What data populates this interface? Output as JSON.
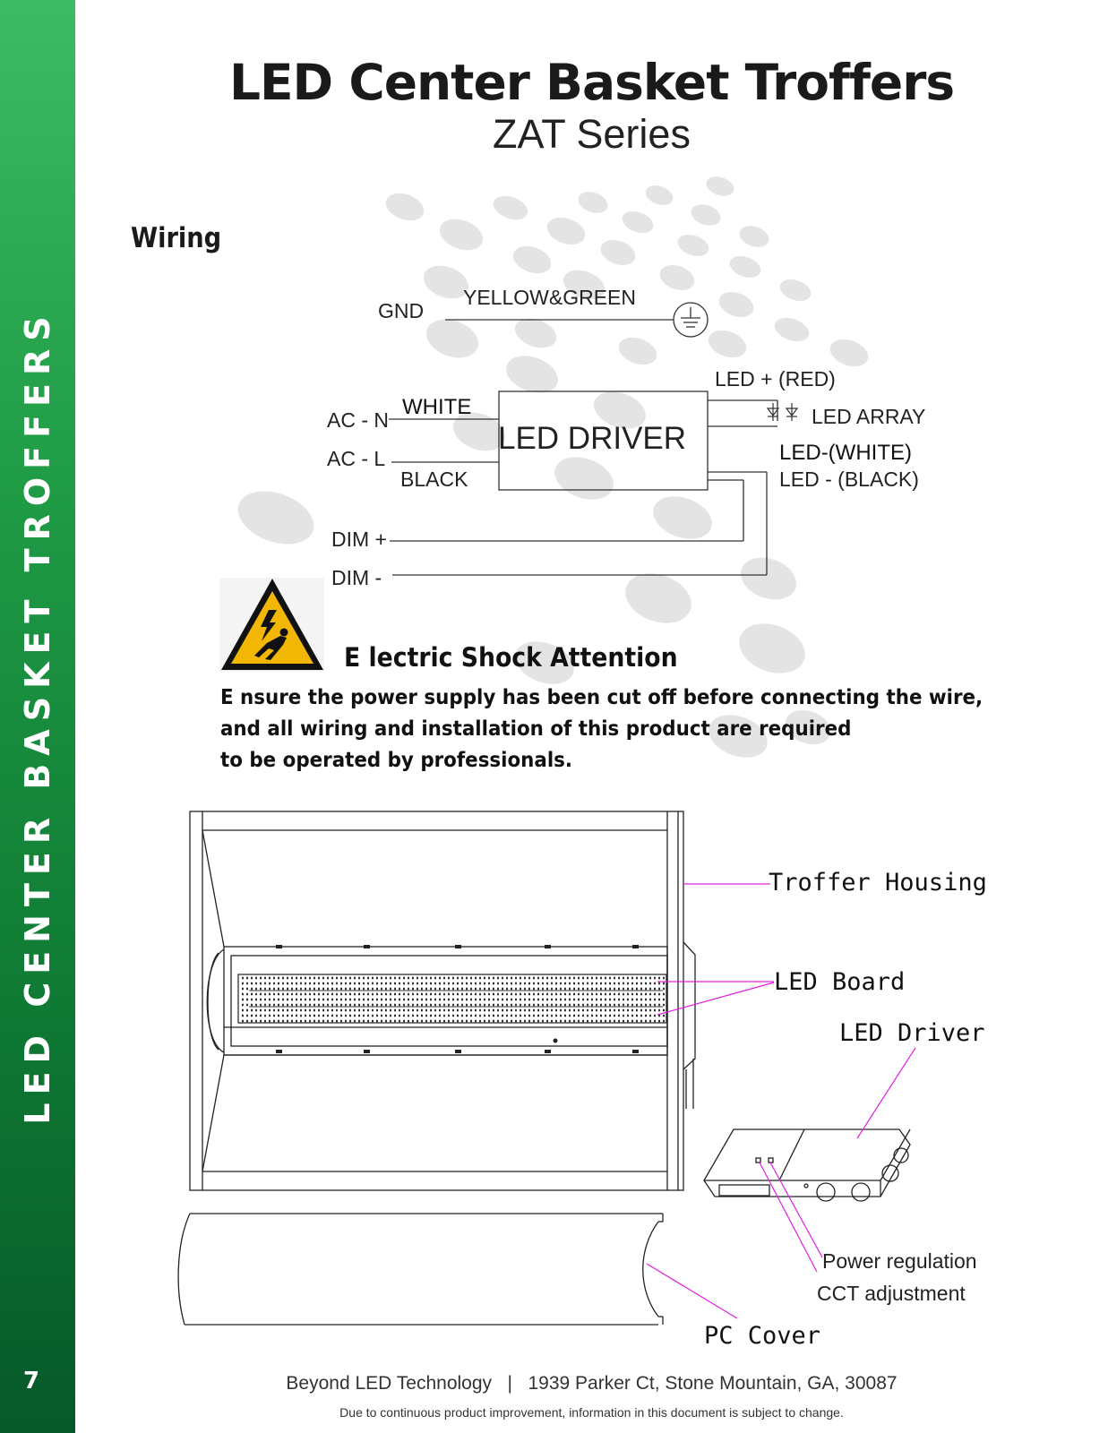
{
  "sidebar": {
    "text": "LED CENTER BASKET TROFFERS",
    "page_number": "7"
  },
  "header": {
    "title": "LED Center Basket Troffers",
    "subtitle": "ZAT Series"
  },
  "section": {
    "heading": "Wiring"
  },
  "wiring": {
    "gnd": "GND",
    "yellow_green": "YELLOW&GREEN",
    "ac_n": "AC - N",
    "white": "WHITE",
    "ac_l": "AC - L",
    "black": "BLACK",
    "driver": "LED  DRIVER",
    "led_plus": "LED + (RED)",
    "led_array": "LED ARRAY",
    "led_minus_white": "LED-(WHITE)",
    "led_minus_black": "LED - (BLACK)",
    "dim_plus": "DIM +",
    "dim_minus": "DIM -"
  },
  "warning": {
    "title": "E lectric Shock Attention",
    "lines": [
      "E nsure the power supply has been cut off before connecting the wire,",
      "and all wiring and installation of this product are required",
      "to be operated by professionals."
    ]
  },
  "parts": {
    "troffer_housing": "Troffer Housing",
    "led_board": "LED Board",
    "led_driver": "LED Driver",
    "power_regulation": "Power regulation",
    "cct_adjustment": "CCT adjustment",
    "pc_cover": "PC Cover"
  },
  "footer": {
    "line1": "Beyond LED Technology   |   1939 Parker Ct, Stone Mountain, GA, 30087",
    "line2": "Due to continuous product improvement, information in this document is subject to change."
  },
  "colors": {
    "sidebar_top": "#3cba64",
    "sidebar_bottom": "#07582a",
    "leader_lines": "#e020e0",
    "warning_yellow": "#f2b705"
  }
}
